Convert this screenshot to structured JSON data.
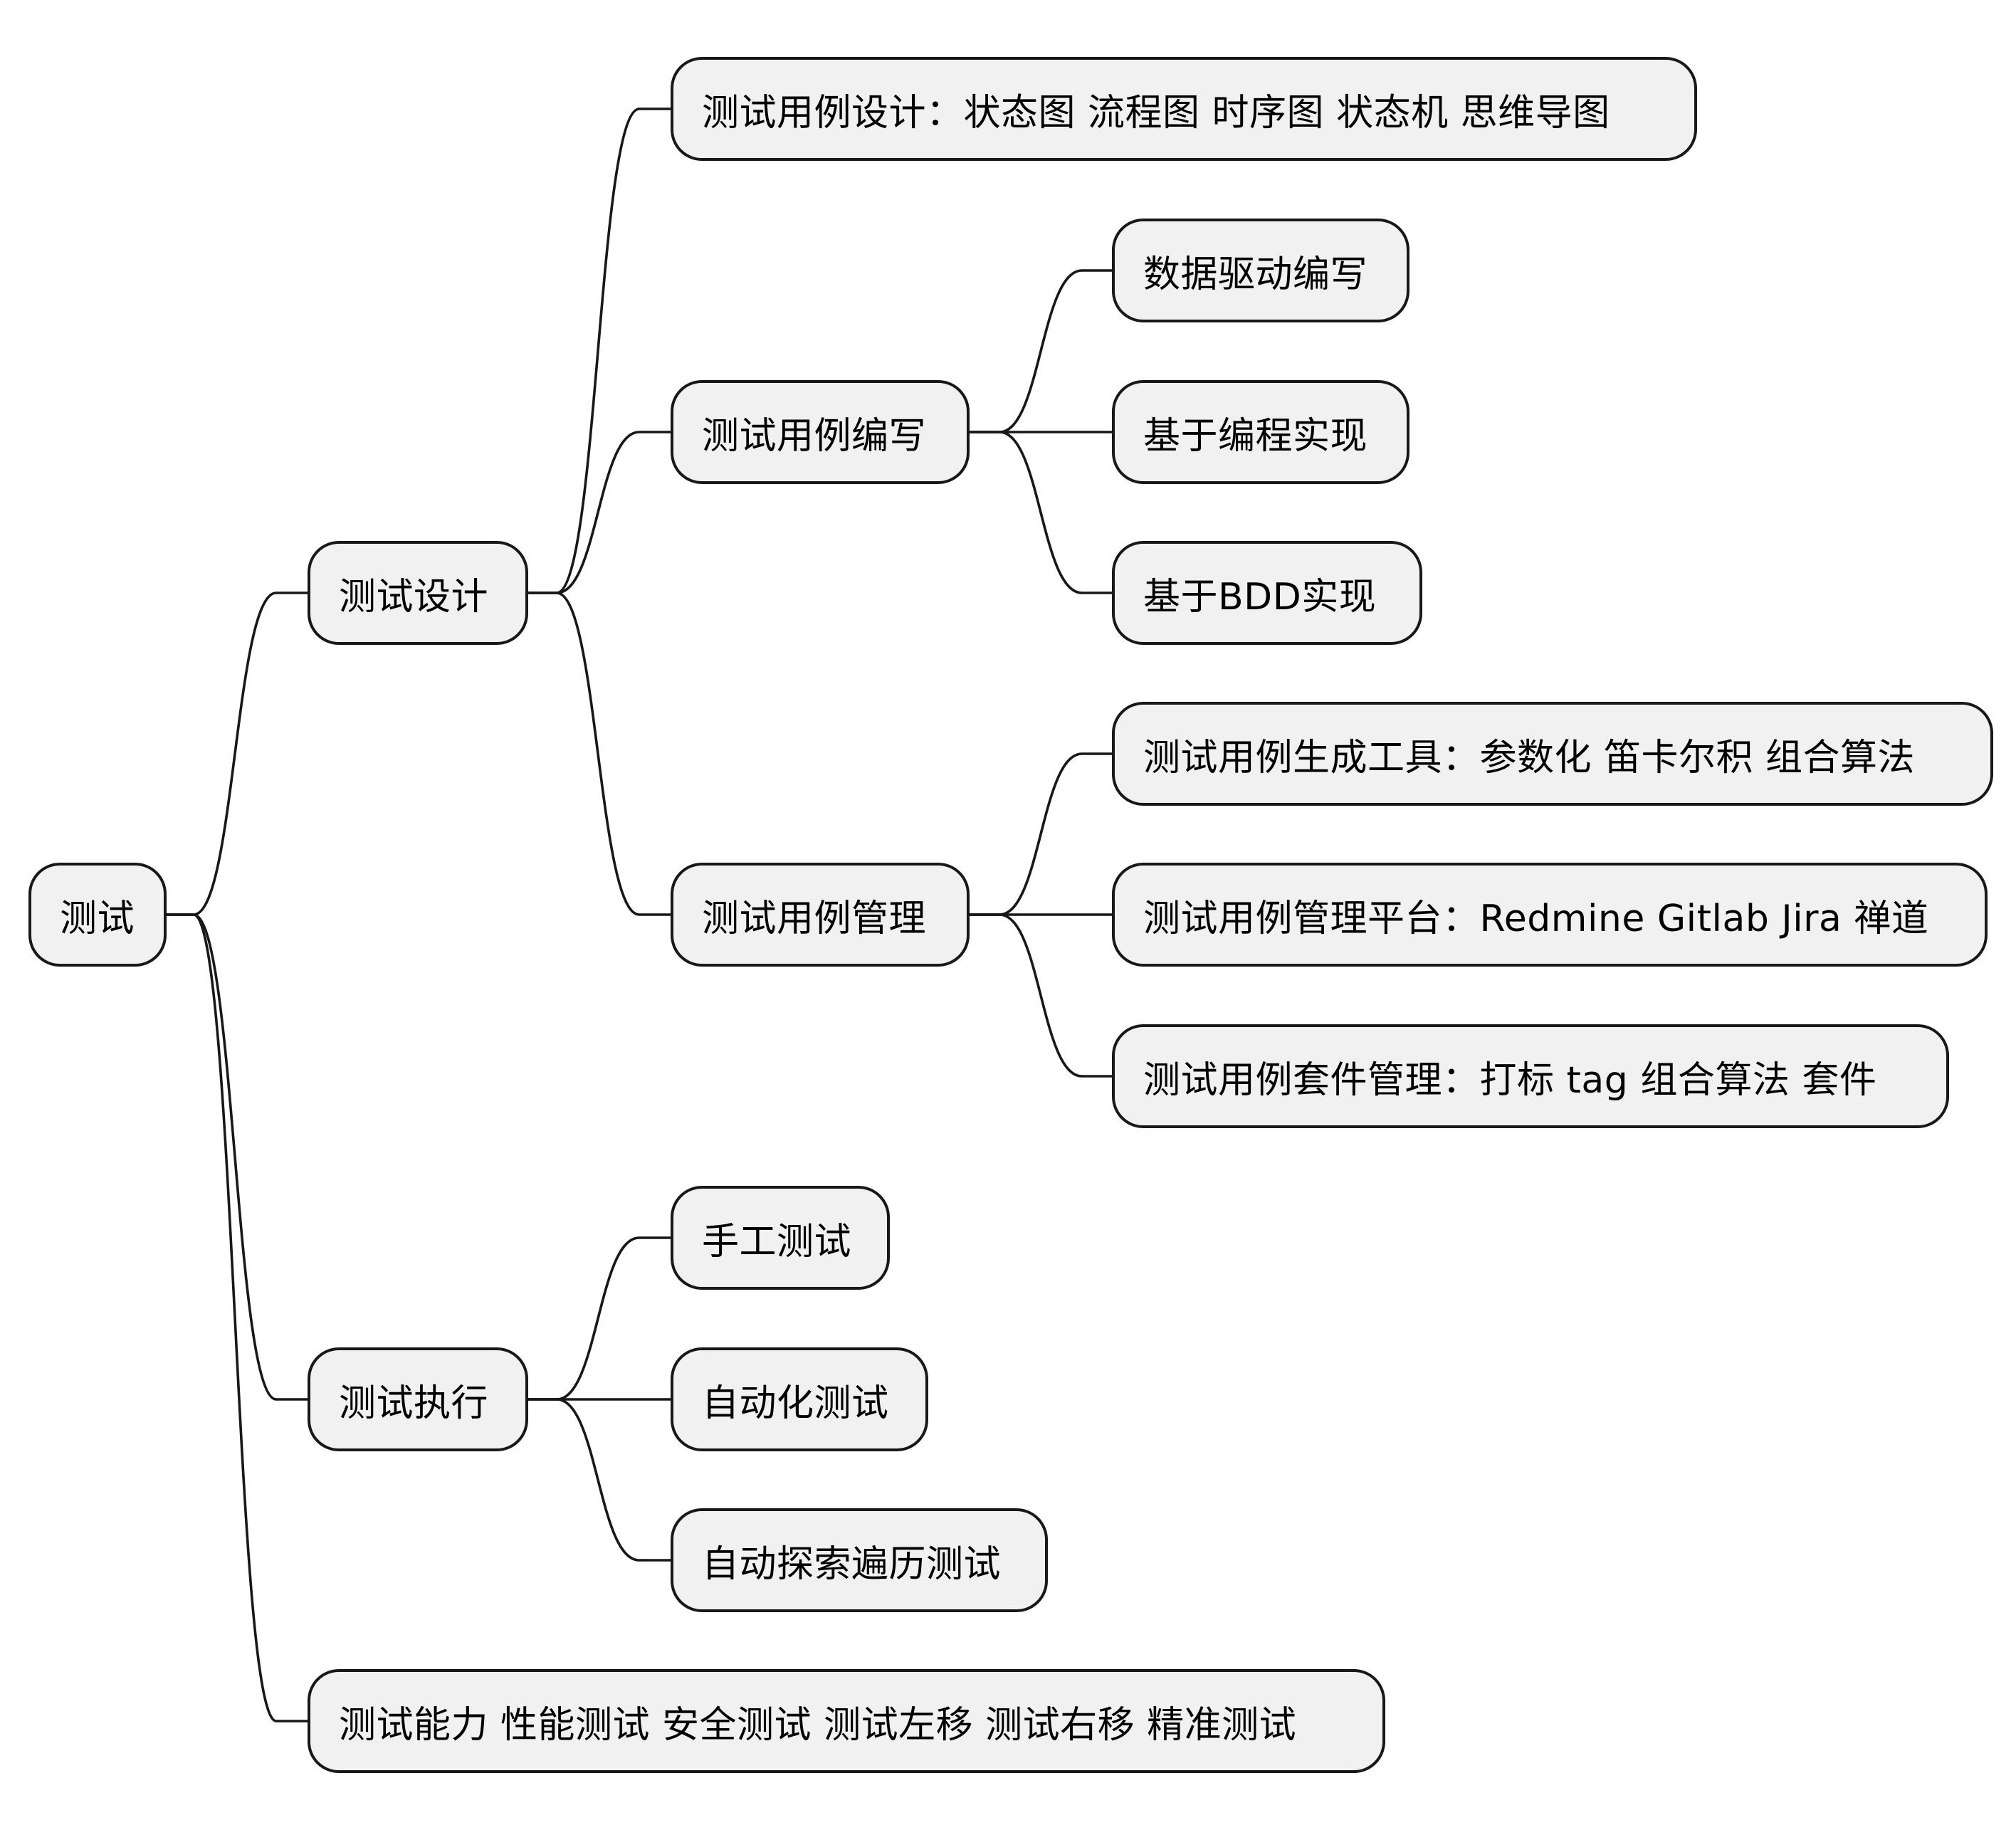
{
  "colors": {
    "node_fill": "#f1f1f1",
    "node_border": "#181818",
    "edge": "#181818",
    "text": "#000000"
  },
  "mindmap": {
    "root": "测试",
    "design": {
      "label": "测试设计",
      "case_design": "测试用例设计：状态图 流程图 时序图 状态机 思维导图",
      "case_writing": {
        "label": "测试用例编写",
        "items": [
          "数据驱动编写",
          "基于编程实现",
          "基于BDD实现"
        ]
      },
      "case_management": {
        "label": "测试用例管理",
        "items": [
          "测试用例生成工具：参数化 笛卡尔积 组合算法",
          "测试用例管理平台：Redmine Gitlab Jira 禅道",
          "测试用例套件管理：打标 tag 组合算法 套件"
        ]
      }
    },
    "execution": {
      "label": "测试执行",
      "items": [
        "手工测试",
        "自动化测试",
        "自动探索遍历测试"
      ]
    },
    "ability": "测试能力 性能测试 安全测试 测试左移 测试右移 精准测试"
  }
}
